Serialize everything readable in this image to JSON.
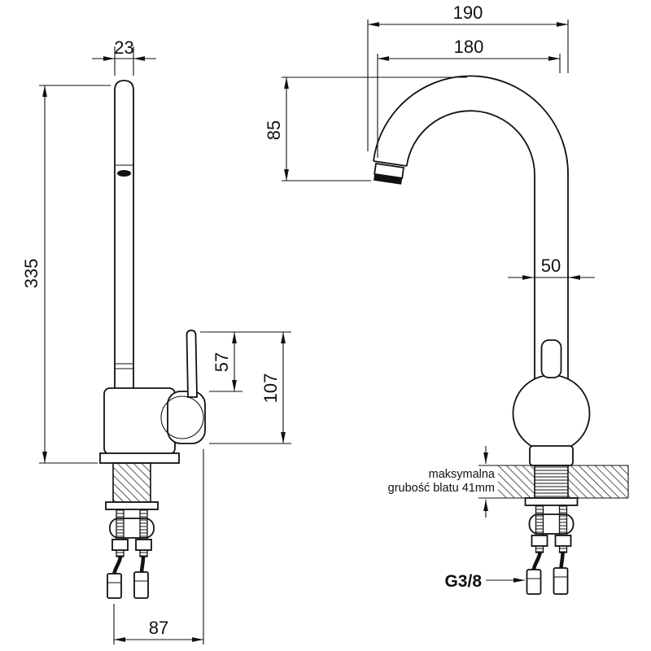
{
  "drawing": {
    "side_view": {
      "spout_width": "23",
      "total_height": "335",
      "lever_height": "57",
      "body_height": "107",
      "base_width": "87"
    },
    "front_view": {
      "overall_width": "190",
      "spout_reach": "180",
      "spout_height": "85",
      "body_width": "50",
      "counter_note_1": "maksymalna",
      "counter_note_2": "grubość blatu 41mm",
      "thread_size": "G3/8"
    }
  }
}
